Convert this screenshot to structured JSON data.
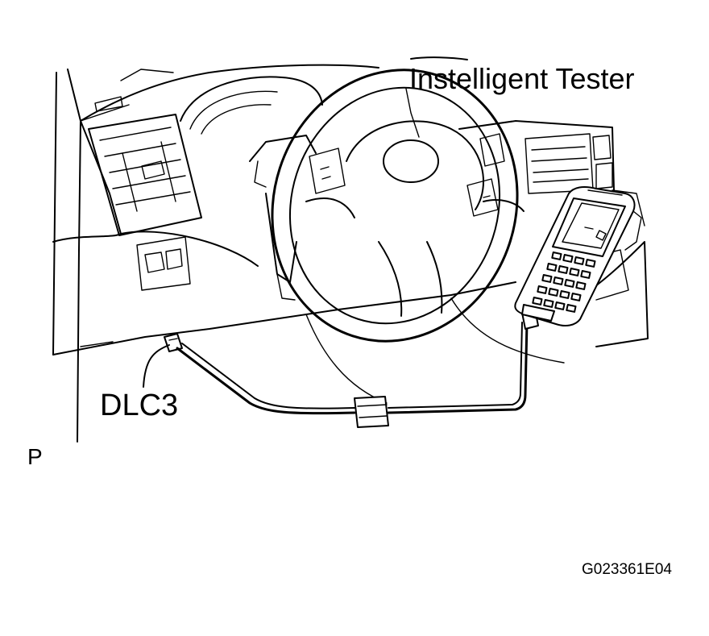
{
  "labels": {
    "tester": "Instelligent Tester",
    "connector": "DLC3",
    "position": "P",
    "figure_id": "G023361E04"
  },
  "colors": {
    "line": "#000000",
    "background": "#ffffff"
  }
}
